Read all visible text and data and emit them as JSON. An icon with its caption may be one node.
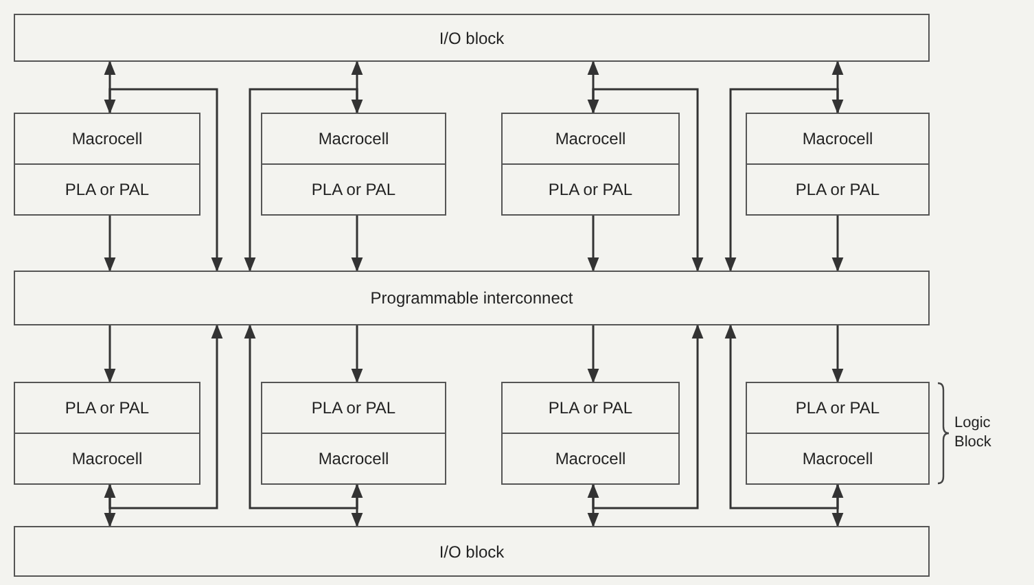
{
  "diagram": {
    "nodes": [
      {
        "text": [
          "I/O block"
        ]
      },
      {
        "text": [
          "Macrocell",
          "PLA or PAL"
        ]
      },
      {
        "text": [
          "Macrocell",
          "PLA or PAL"
        ]
      },
      {
        "text": [
          "Macrocell",
          "PLA or PAL"
        ]
      },
      {
        "text": [
          "Macrocell",
          "PLA or PAL"
        ]
      },
      {
        "text": [
          "Programmable interconnect"
        ]
      },
      {
        "text": [
          "PLA or PAL",
          "Macrocell"
        ]
      },
      {
        "text": [
          "PLA or PAL",
          "Macrocell"
        ]
      },
      {
        "text": [
          "PLA or PAL",
          "Macrocell"
        ]
      },
      {
        "text": [
          "PLA or PAL",
          "Macrocell"
        ],
        "beside": [
          "Logic Block"
        ]
      },
      {
        "text": [
          "I/O block"
        ]
      }
    ],
    "edges": [
      {
        "from": 0,
        "to": 1,
        "arrow": "both"
      },
      {
        "from": 0,
        "to": 2,
        "arrow": "both"
      },
      {
        "from": 0,
        "to": 3,
        "arrow": "both"
      },
      {
        "from": 0,
        "to": 4,
        "arrow": "both"
      },
      {
        "from": 1,
        "to": 5,
        "arrow": "to"
      },
      {
        "from": 2,
        "to": 5,
        "arrow": "to"
      },
      {
        "from": 3,
        "to": 5,
        "arrow": "to"
      },
      {
        "from": 4,
        "to": 5,
        "arrow": "to"
      },
      {
        "from": 1,
        "to": 5,
        "arrow": "to"
      },
      {
        "from": 2,
        "to": 5,
        "arrow": "to"
      },
      {
        "from": 3,
        "to": 5,
        "arrow": "to"
      },
      {
        "from": 4,
        "to": 5,
        "arrow": "to"
      },
      {
        "from": 5,
        "to": 6,
        "arrow": "to"
      },
      {
        "from": 5,
        "to": 7,
        "arrow": "to"
      },
      {
        "from": 5,
        "to": 8,
        "arrow": "to"
      },
      {
        "from": 5,
        "to": 9,
        "arrow": "to"
      },
      {
        "from": 6,
        "to": 10,
        "arrow": "both"
      },
      {
        "from": 7,
        "to": 10,
        "arrow": "both"
      },
      {
        "from": 8,
        "to": 10,
        "arrow": "both"
      },
      {
        "from": 9,
        "to": 10,
        "arrow": "both"
      },
      {
        "from": 6,
        "to": 5,
        "arrow": "to"
      },
      {
        "from": 7,
        "to": 5,
        "arrow": "to"
      },
      {
        "from": 8,
        "to": 5,
        "arrow": "to"
      },
      {
        "from": 9,
        "to": 5,
        "arrow": "to"
      }
    ]
  }
}
